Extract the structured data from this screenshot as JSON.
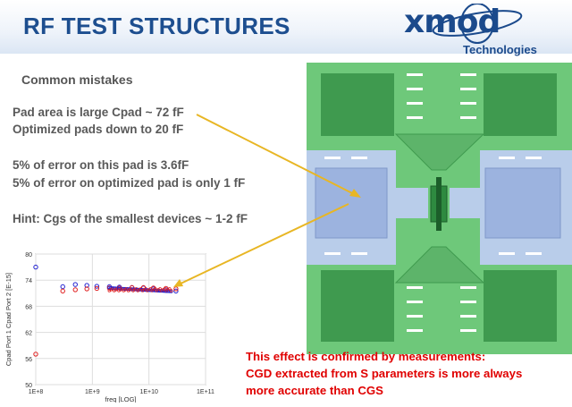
{
  "slide": {
    "title": "RF TEST STRUCTURES",
    "logo": {
      "mark": "xmod",
      "sub": "Technologies"
    },
    "subtitle": "Common mistakes",
    "lines": [
      "Pad area is large Cpad ~ 72 fF",
      "Optimized pads down to 20 fF",
      "5% of error on this pad is 3.6fF",
      "5% of error on optimized pad is only 1 fF",
      "Hint: Cgs of the smallest devices ~ 1-2 fF"
    ],
    "conclusion": [
      "This effect is confirmed by measurements:",
      "CGD extracted from S parameters is more always",
      "more accurate than CGS"
    ]
  },
  "chart_data": {
    "type": "scatter",
    "xscale": "log",
    "xlim": [
      "1E+8",
      "1E+11"
    ],
    "ylim": [
      50,
      80
    ],
    "xlabel": "freq  [LOG]",
    "ylabel": "Cpad Port 1  Cpad Port 2  [E-15]",
    "x_ticks": [
      "1E+8",
      "1E+9",
      "1E+10",
      "1E+11"
    ],
    "y_ticks": [
      "50",
      "56",
      "62",
      "68",
      "74",
      "80"
    ],
    "series": [
      {
        "color": "#2020d0",
        "x": [
          100000000.0,
          300000000.0,
          500000000.0,
          800000000.0,
          1200000000.0,
          2000000000.0,
          3000000000.0,
          5000000000.0,
          8000000000.0,
          12000000000.0,
          20000000000.0,
          30000000000.0
        ],
        "y": [
          77,
          72.5,
          73,
          72.8,
          72.6,
          72.5,
          72.4,
          72.3,
          72.2,
          72.0,
          71.8,
          71.5
        ]
      },
      {
        "color": "#e02020",
        "x": [
          100000000.0,
          300000000.0,
          500000000.0,
          800000000.0,
          1200000000.0,
          2000000000.0,
          3000000000.0,
          5000000000.0,
          8000000000.0,
          12000000000.0,
          20000000000.0,
          30000000000.0
        ],
        "y": [
          57,
          71.5,
          71.8,
          72,
          72.1,
          72.2,
          72.2,
          72.3,
          72.3,
          72.2,
          72.1,
          72.0
        ]
      }
    ],
    "grid": true
  },
  "colors": {
    "title": "#1d4e8f",
    "arrow": "#e8b624",
    "pad_green": "#3f9a4f",
    "metal_green": "#6ec87a",
    "blue": "#b9cdea",
    "red_text": "#e00000"
  }
}
